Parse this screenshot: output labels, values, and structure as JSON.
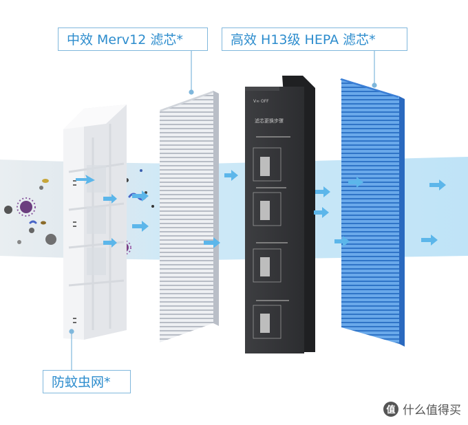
{
  "labels": {
    "merv": "中效 Merv12 滤芯*",
    "hepa": "高效 H13级 HEPA 滤芯*",
    "screen": "防蚊虫网*"
  },
  "panel": {
    "header": "V∞ OFF",
    "title": "滤芯更换步骤"
  },
  "watermark": {
    "badge": "值",
    "text": "什么值得买"
  },
  "colors": {
    "label_text": "#2c8ccd",
    "label_border": "#7fb7dc",
    "air_flow": "#c6e6f6",
    "arrow": "#5cb6ea",
    "merv_filter": "#c8ccd4",
    "hepa_filter": "#4b90dd",
    "panel": "#3a3b3e"
  }
}
